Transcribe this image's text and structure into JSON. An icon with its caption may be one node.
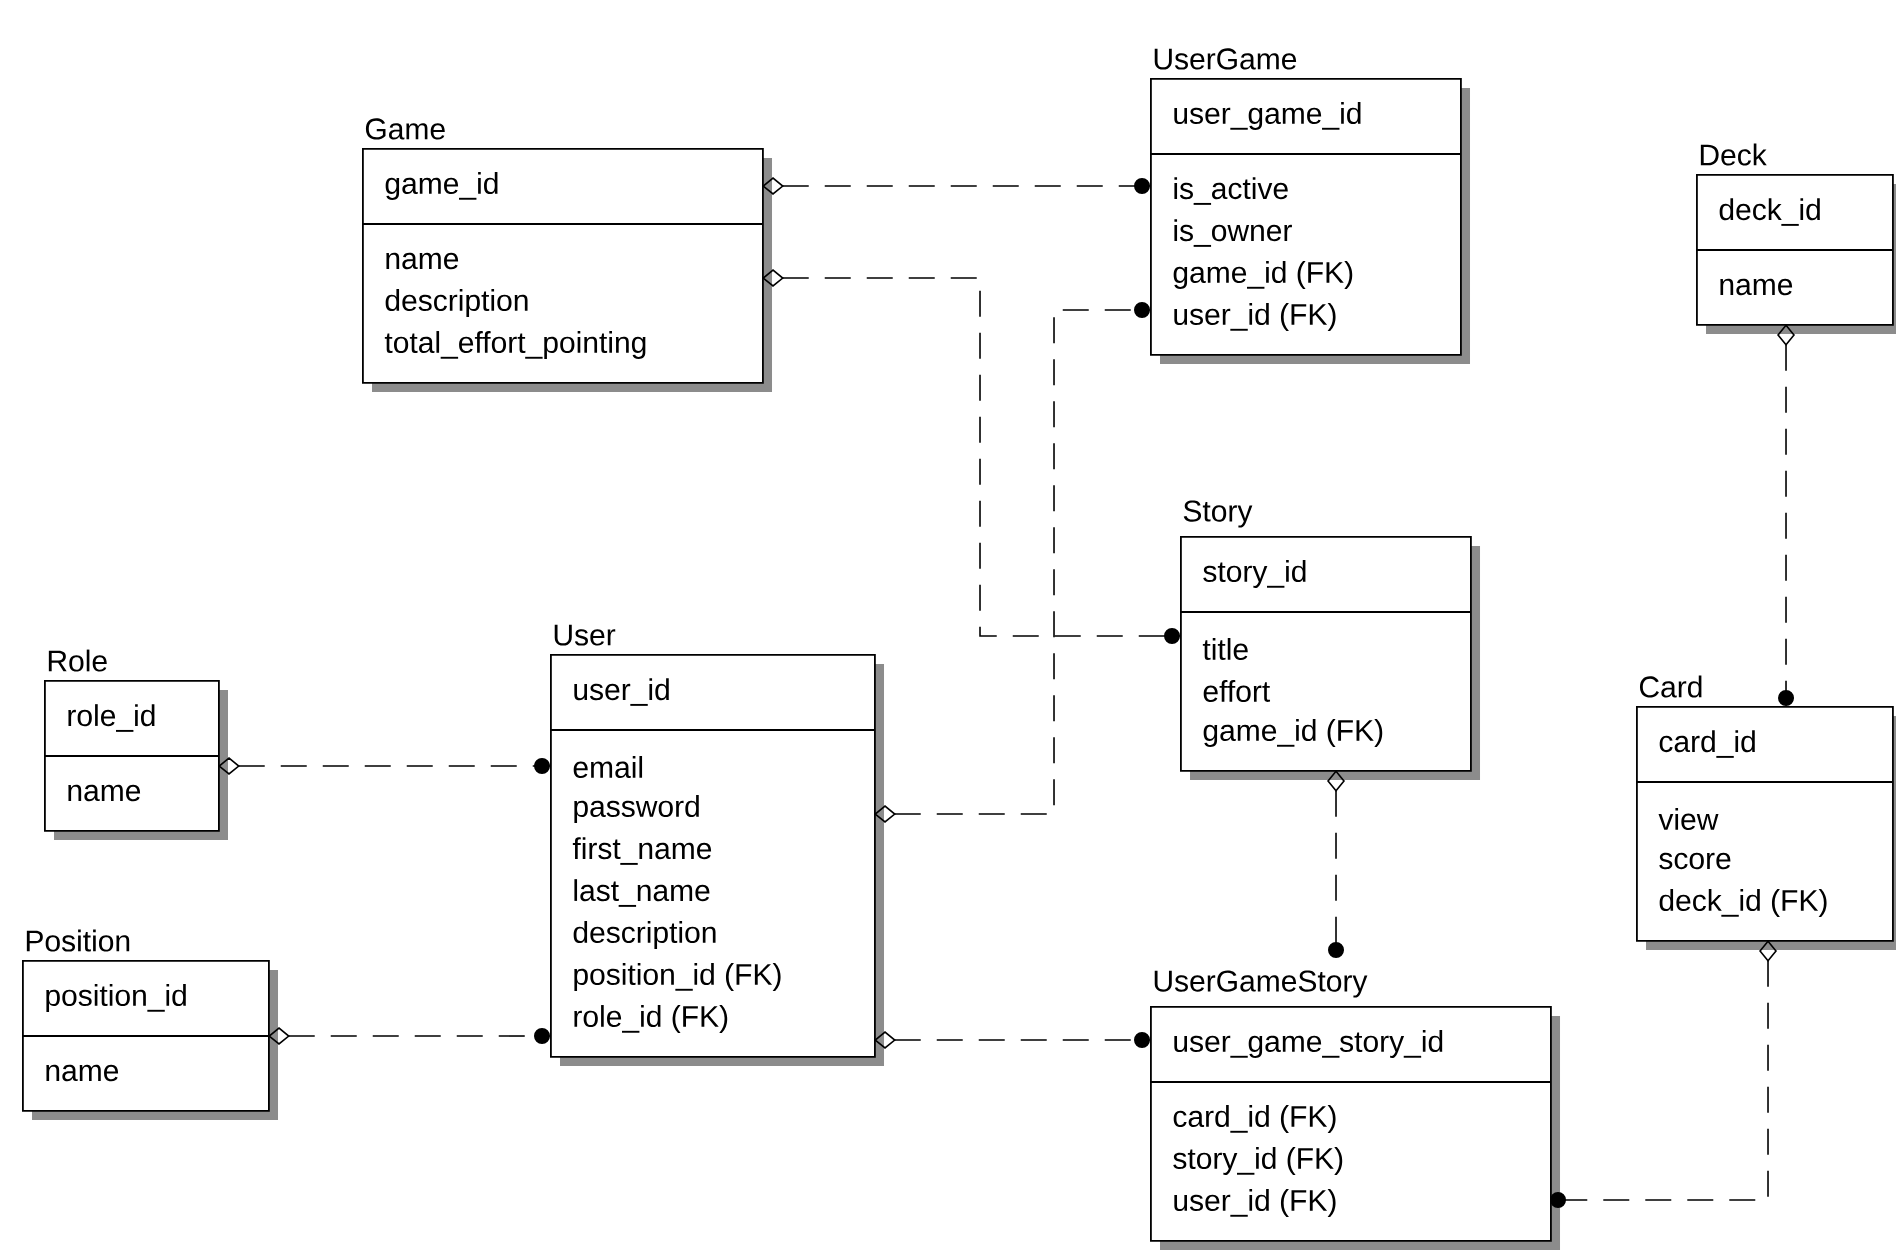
{
  "diagram": {
    "nodes": [
      {
        "text": [
          "UserGame",
          "user_game_id",
          "is_active",
          "is_owner",
          "game_id (FK)",
          "user_id (FK)"
        ]
      },
      {
        "text": [
          "Game",
          "game_id",
          "name",
          "description",
          "total_effort_pointing"
        ]
      },
      {
        "text": [
          "Deck",
          "deck_id",
          "name"
        ]
      },
      {
        "text": [
          "Story",
          "story_id",
          "title",
          "effort",
          "game_id (FK)"
        ]
      },
      {
        "text": [
          "User",
          "user_id",
          "email",
          "password",
          "first_name",
          "last_name",
          "description",
          "position_id (FK)",
          "role_id (FK)"
        ]
      },
      {
        "text": [
          "Role",
          "role_id",
          "name"
        ]
      },
      {
        "text": [
          "Card",
          "card_id",
          "view",
          "score",
          "deck_id (FK)"
        ]
      },
      {
        "text": [
          "Position",
          "position_id",
          "name"
        ]
      },
      {
        "text": [
          "UserGameStory",
          "user_game_story_id",
          "card_id (FK)",
          "story_id (FK)",
          "user_id (FK)"
        ]
      }
    ],
    "edges": [
      {
        "from": 1,
        "to": 0,
        "arrow": "other",
        "style": "dashed"
      },
      {
        "from": 1,
        "to": 3,
        "arrow": "other",
        "style": "dashed"
      },
      {
        "from": 4,
        "to": 0,
        "arrow": "other",
        "style": "dashed"
      },
      {
        "from": 5,
        "to": 4,
        "arrow": "other",
        "style": "dashed"
      },
      {
        "from": 7,
        "to": 4,
        "arrow": "other",
        "style": "dashed"
      },
      {
        "from": 4,
        "to": 8,
        "arrow": "other",
        "style": "dashed"
      },
      {
        "from": 3,
        "to": 8,
        "arrow": "other",
        "style": "dashed"
      },
      {
        "from": 2,
        "to": 6,
        "arrow": "other",
        "style": "dashed"
      },
      {
        "from": 6,
        "to": 8,
        "arrow": "other",
        "style": "dashed"
      }
    ]
  }
}
